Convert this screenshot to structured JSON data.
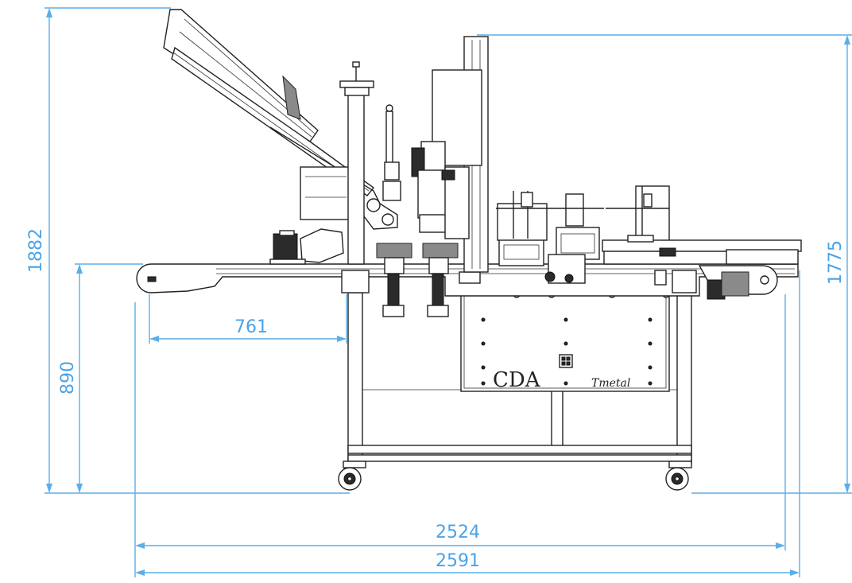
{
  "drawing": {
    "dimensions": {
      "total_height": "1882",
      "right_height": "1775",
      "table_height": "890",
      "infeed_length": "761",
      "overall_width_inner": "2524",
      "overall_width_outer": "2591"
    },
    "panel": {
      "brand_logo": "CDA",
      "model_logo": "Tmetal"
    },
    "colors": {
      "dimension": "#4aa3e8",
      "machine": "#222222"
    }
  }
}
